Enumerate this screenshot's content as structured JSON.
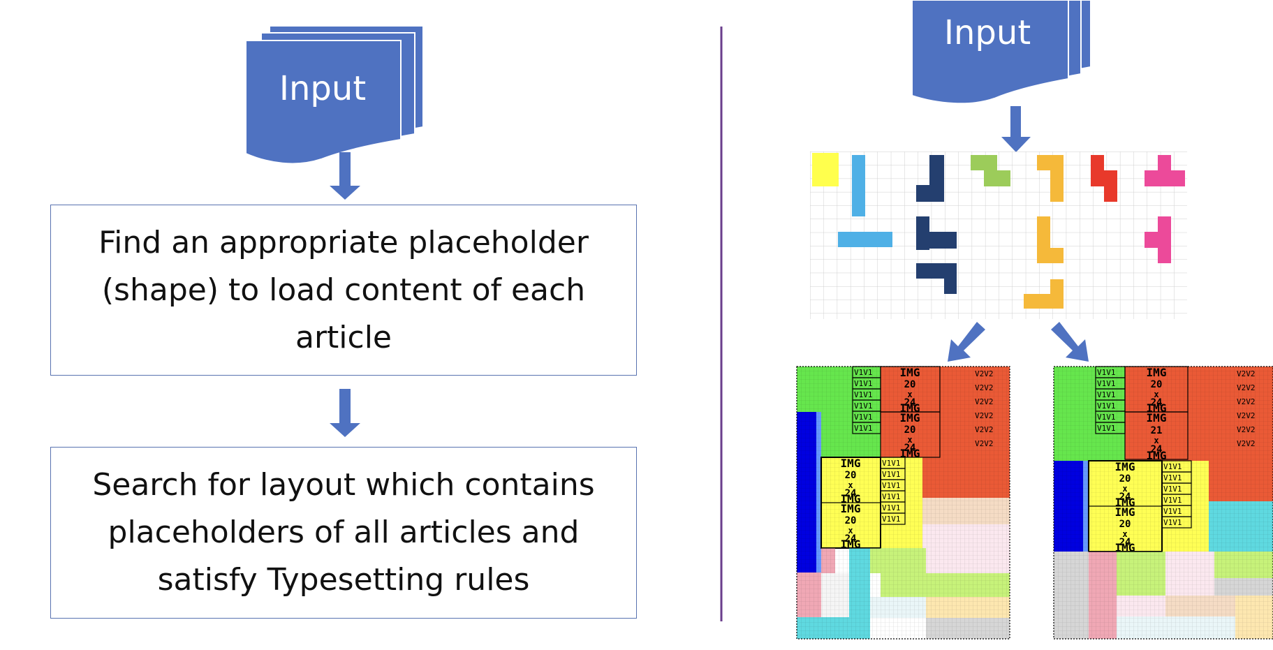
{
  "left_flow": {
    "input_label": "Input",
    "step1": "Find an appropriate placeholder (shape) to load content of each article",
    "step2": "Search for layout which contains placeholders of all articles and satisfy Typesetting rules"
  },
  "right_flow": {
    "input_label": "Input",
    "layout_a": {
      "img_labels": [
        [
          "IMG",
          "20",
          "x",
          "24",
          "IMG"
        ],
        [
          "IMG",
          "20",
          "x",
          "24",
          "IMG"
        ],
        [
          "IMG",
          "20",
          "x",
          "24",
          "IMG"
        ],
        [
          "IMG",
          "20",
          "x",
          "24",
          "IMG"
        ]
      ],
      "text_label": "V1V1",
      "small_label": "V2V2"
    },
    "layout_b": {
      "img_labels": [
        [
          "IMG",
          "20",
          "x",
          "24",
          "IMG"
        ],
        [
          "IMG",
          "21",
          "x",
          "24",
          "IMG"
        ],
        [
          "IMG",
          "20",
          "x",
          "24",
          "IMG"
        ],
        [
          "IMG",
          "20",
          "x",
          "24",
          "IMG"
        ]
      ],
      "text_label": "V1V1",
      "small_label": "V2V2"
    }
  },
  "colors": {
    "flow_blue": "#4f72c1",
    "divider": "#6a3e8c",
    "yellow": "#ffff4d",
    "light_blue": "#4fb0e6",
    "navy": "#243f6f",
    "lime": "#9ccc5a",
    "orange": "#f5b93a",
    "red": "#e8392b",
    "pink": "#ec4a9a",
    "green": "#66e64d",
    "tomato": "#ea5a36",
    "royal": "#0000e0",
    "lemon": "#ffff55",
    "peach": "#f5dcc5",
    "cyan": "#5fd9e0",
    "rose": "#f0a8b5",
    "pale_green": "#c7f27a",
    "light_gray": "#d6d6d6"
  }
}
